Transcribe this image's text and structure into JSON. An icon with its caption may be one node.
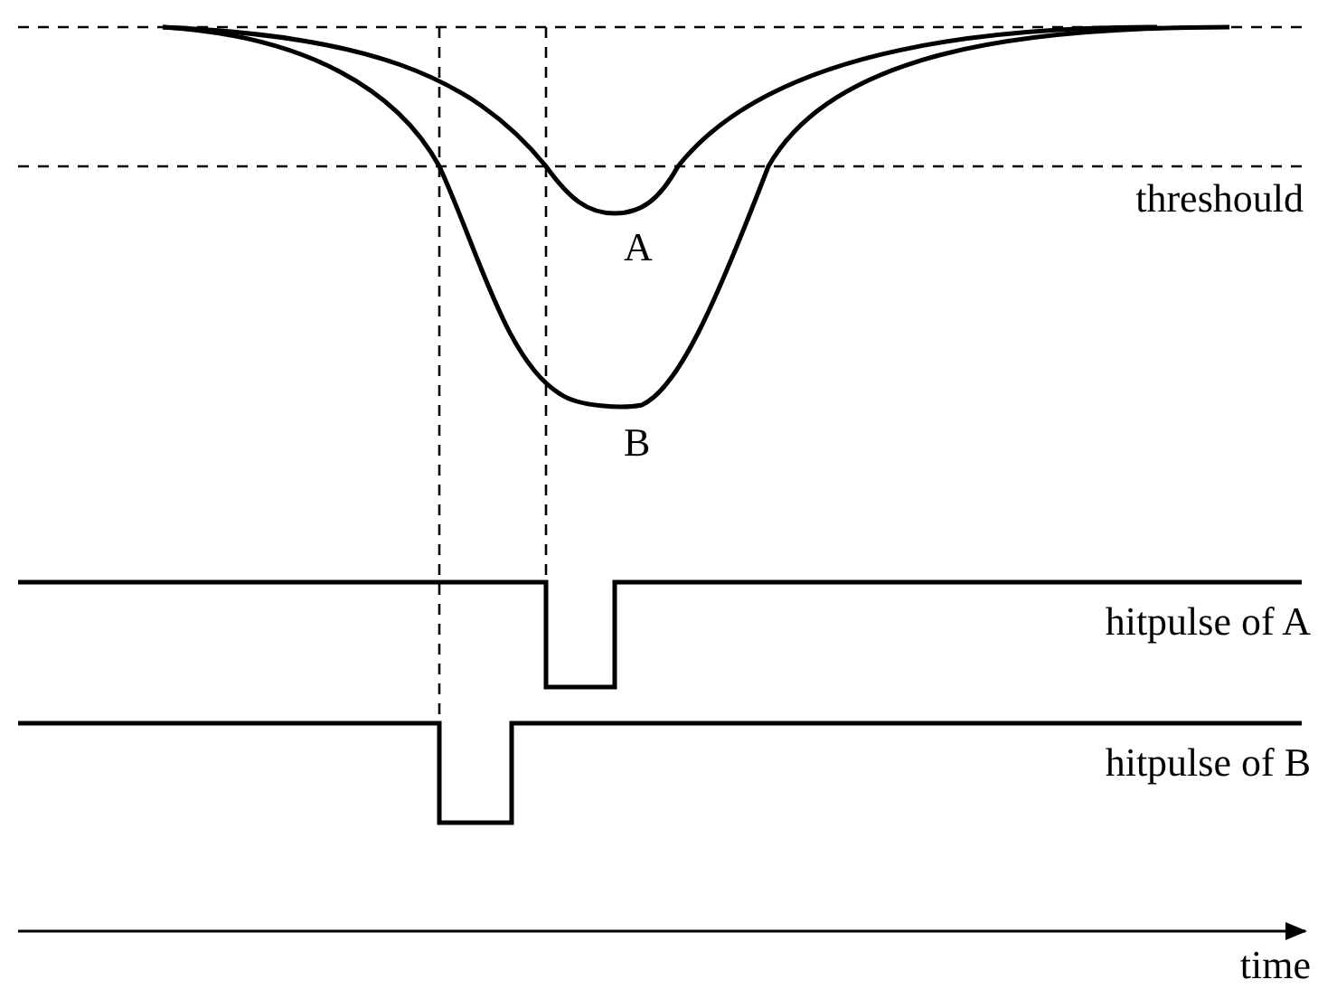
{
  "diagram": {
    "labels": [
      "threshould",
      "A",
      "B",
      "hitpulse of A",
      "hitpulse of B",
      "time"
    ]
  }
}
